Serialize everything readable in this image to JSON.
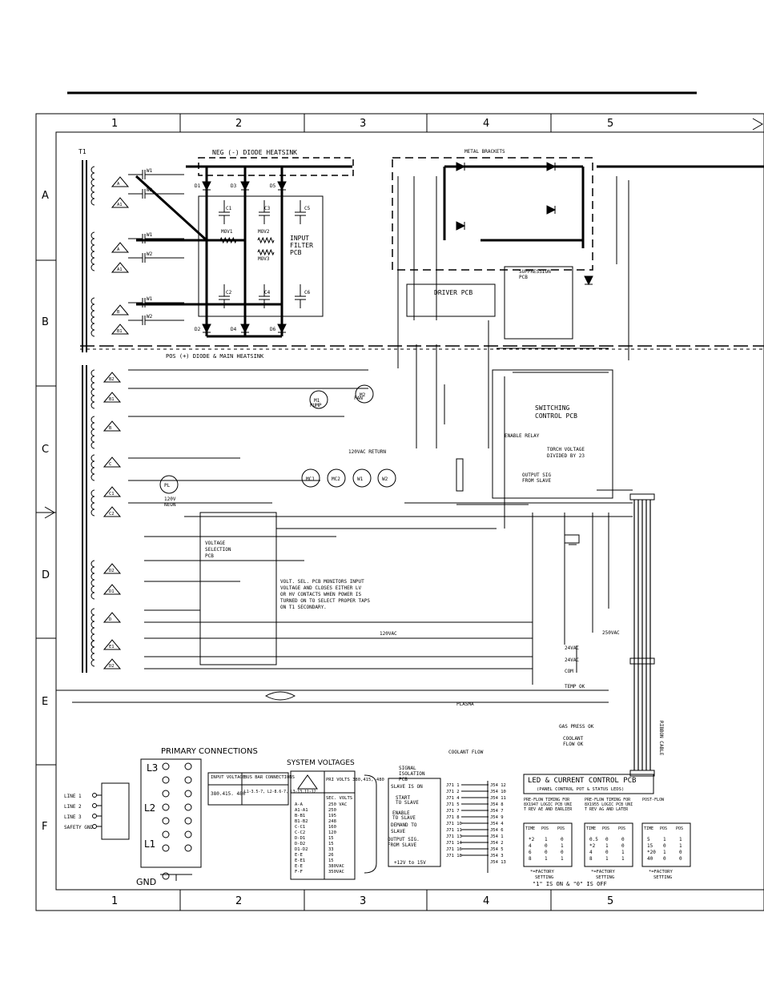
{
  "columns": [
    "1",
    "2",
    "3",
    "4",
    "5"
  ],
  "rows": [
    "A",
    "B",
    "C",
    "D",
    "E",
    "F"
  ],
  "headings": {
    "neg_heatsink": "NEG (-) DIODE HEATSINK",
    "pos_heatsink": "POS (+) DIODE & MAIN HEATSINK",
    "metal_brackets": "METAL BRACKETS",
    "input_filter": [
      "INPUT",
      "FILTER",
      "PCB"
    ],
    "driver_pcb": "DRIVER PCB",
    "suppression_pcb": [
      "SUPPRESSION",
      "PCB"
    ],
    "switching_pcb": [
      "SWITCHING",
      "CONTROL PCB"
    ],
    "enable_relay": "ENABLE RELAY",
    "torch_voltage": [
      "TORCH VOLTAGE",
      "DIVIDED BY 23"
    ],
    "output_sig": [
      "OUTPUT SIG",
      "FROM SLAVE"
    ],
    "voltage_sel_pcb": [
      "VOLTAGE",
      "SELECTION",
      "PCB"
    ],
    "note": [
      "VOLT. SEL. PCB MONITORS INPUT",
      "VOLTAGE AND CLOSES EITHER LV",
      "OR HV CONTACTS WHEN POWER IS",
      "TURNED ON TO SELECT PROPER TAPS",
      "ON T1 SECONDARY."
    ],
    "return_120": "120VAC RETURN",
    "neon": [
      "120V",
      "NEON"
    ],
    "pump": "PUMP",
    "fan": "FAN",
    "vac120": "120VAC",
    "vac250": "250VAC",
    "vac24": "24VAC",
    "com": "COM",
    "temp_ok": "TEMP OK",
    "gas_press": "GAS PRESS OK",
    "coolant": [
      "COOLANT",
      "FLOW OK"
    ],
    "plasma": "PLASMA",
    "coolant_flow": "COOLANT FLOW",
    "led_pcb": [
      "LED & CURRENT CONTROL PCB",
      "(PANEL CONTROL POT & STATUS LEDS)"
    ],
    "primary": "PRIMARY CONNECTIONS",
    "system_voltages": "SYSTEM VOLTAGES",
    "gnd": "GND",
    "signal_iso": [
      "SIGNAL",
      "ISOLATION",
      "PCB"
    ],
    "slave_is_on": "SLAVE IS ON",
    "start_to_slave": [
      "START",
      "TO SLAVE"
    ],
    "enable_to_slave": [
      "ENABLE",
      "TO SLAVE"
    ],
    "demand_to_slave": [
      "DEMAND TO",
      "SLAVE"
    ],
    "output_sig_slave": [
      "OUTPUT SIG.",
      "FROM SLAVE"
    ],
    "v12_15": "+12V to 15V",
    "legend_note": "\"1\" IS ON & \"0\" IS OFF",
    "setting": "SETTING",
    "factory": "*=FACTORY",
    "ribbon": "RIBBON CABLE"
  },
  "lines": [
    "LINE 1",
    "LINE 2",
    "LINE 3",
    "SAFETY GND"
  ],
  "input_voltage_table": {
    "headers": [
      "INPUT VOLTAGE",
      "BUS BAR CONNECTIONS"
    ],
    "row": [
      "380.415. 480",
      "L1-3.5-7, L2-8.6-7, L3-13.11-12"
    ]
  },
  "sys_volt_table": {
    "headers": [
      "PRI VOLTS 380,415, 480"
    ],
    "sub": "SEC. VOLTS",
    "rows": [
      [
        "A-A",
        "250 VAC"
      ],
      [
        "A1-A1",
        "250"
      ],
      [
        "B-B1",
        "195"
      ],
      [
        "B1-B2",
        "248"
      ],
      [
        "C-C1",
        "160"
      ],
      [
        "C-C2",
        "120"
      ],
      [
        "D-D1",
        "15"
      ],
      [
        "D-D2",
        "15"
      ],
      [
        "D1-D2",
        "33"
      ],
      [
        "E-E",
        "26"
      ],
      [
        "E-E1",
        "15"
      ],
      [
        "E-E",
        "380VAC"
      ],
      [
        "F-F",
        "350VAC"
      ]
    ]
  },
  "j71_pins": [
    "J71 1",
    "J71 2",
    "J71 4",
    "J71 5",
    "J71 7",
    "J71 8",
    "J71 10",
    "J71 11",
    "J71 13",
    "J71 14",
    "J71 16",
    "J71 18"
  ],
  "j54_pins": [
    "J54 12",
    "J54 10",
    "J54 11",
    "J54 8",
    "J54 7",
    "J54 9",
    "J54 4",
    "J54 6",
    "J54 1",
    "J54 2",
    "J54 5",
    "J54 3",
    "J54 13"
  ],
  "preflow": [
    {
      "title": "PRE-FLOW TIMING FOR 8X1947 LOGIC PCB UNIT REV AE AND EARLIER",
      "hdr": [
        "TIME (SEC)",
        "POS 1",
        "POS 2"
      ],
      "rows": [
        [
          "*2",
          "1",
          "0"
        ],
        [
          "4",
          "0",
          "1"
        ],
        [
          "6",
          "0",
          "0"
        ],
        [
          "8",
          "1",
          "1"
        ]
      ]
    },
    {
      "title": "PRE-FLOW TIMING FOR 8X1955 LOGIC PCB UNIT REV AG AND LATER",
      "hdr": [
        "TIME (SEC)",
        "POS 1",
        "POS 2"
      ],
      "rows": [
        [
          "0.5",
          "0",
          "0"
        ],
        [
          "*2",
          "1",
          "0"
        ],
        [
          "4",
          "0",
          "1"
        ],
        [
          "8",
          "1",
          "1"
        ]
      ]
    },
    {
      "title": "POST-FLOW",
      "hdr": [
        "TIME (SEC)",
        "POS 1",
        "POS 2"
      ],
      "rows": [
        [
          "5",
          "1",
          "1"
        ],
        [
          "15",
          "0",
          "1"
        ],
        [
          "*20",
          "1",
          "0"
        ],
        [
          "40",
          "0",
          "0"
        ]
      ]
    }
  ]
}
